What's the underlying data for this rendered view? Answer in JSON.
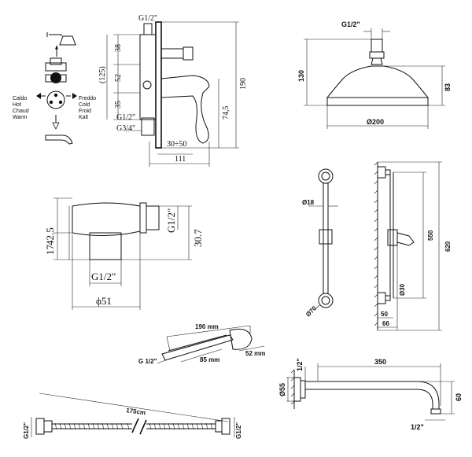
{
  "valve": {
    "g_top": "G1/2\"",
    "d38": "38",
    "d52": "52",
    "d35": "35",
    "d125": "(125)",
    "d190": "190",
    "d745": "74,5",
    "g_mid": "G1/2\"",
    "g_bot": "G3/4\"",
    "d3050": "30÷50",
    "d111": "111",
    "labels_left": [
      "Caldo",
      "Hot",
      "Chaud",
      "Warm"
    ],
    "labels_right": [
      "Freddo",
      "Cold",
      "Froid",
      "Kalt"
    ]
  },
  "shower_head": {
    "g": "G1/2\"",
    "d130": "130",
    "d83": "83",
    "d200": "Ø200"
  },
  "outlet": {
    "d425": "42.5",
    "d17": "17",
    "g_side": "G1/2\"",
    "d307": "30.7",
    "g_bottom": "G1/2\"",
    "d51": "ϕ51"
  },
  "rail": {
    "d18": "Ø18",
    "d550": "550",
    "d620": "620",
    "d30": "Ø30",
    "d70": "Ø70",
    "d50": "50",
    "d66": "66"
  },
  "hand_shower": {
    "d190": "190 mm",
    "g": "G 1/2\"",
    "d85": "85 mm",
    "d52": "52 mm"
  },
  "arm": {
    "d350": "350",
    "g_left": "1/2\"",
    "d55": "Ø55",
    "d60": "60",
    "g_bottom": "1/2\""
  },
  "hose": {
    "length": "175cm",
    "g_left": "G1/2\"",
    "g_right": "G1/2\""
  }
}
